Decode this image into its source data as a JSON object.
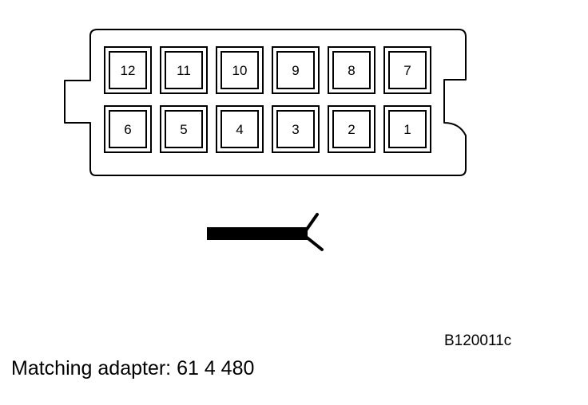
{
  "connector": {
    "top_row_pins": [
      "12",
      "11",
      "10",
      "9",
      "8",
      "7"
    ],
    "bottom_row_pins": [
      "6",
      "5",
      "4",
      "3",
      "2",
      "1"
    ]
  },
  "figure_ref": "B120011c",
  "caption": "Matching adapter: 61 4 480"
}
